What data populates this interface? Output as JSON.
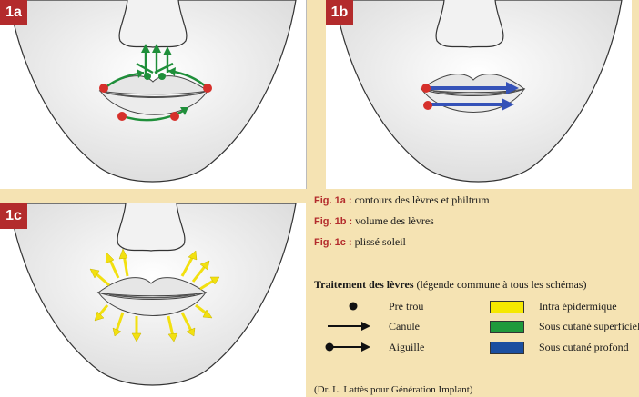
{
  "panels": [
    {
      "badge": "1a"
    },
    {
      "badge": "1b"
    },
    {
      "badge": "1c"
    }
  ],
  "captions": [
    {
      "fig": "Fig. 1a :",
      "text": " contours des lèvres et philtrum"
    },
    {
      "fig": "Fig. 1b :",
      "text": " volume des lèvres"
    },
    {
      "fig": "Fig. 1c :",
      "text": " plissé soleil"
    }
  ],
  "legend": {
    "title_bold": "Traitement des lèvres",
    "title_rest": " (légende commune à tous les schémas)",
    "symbols": [
      {
        "label": "Pré trou",
        "icon": "dot-icon"
      },
      {
        "label": "Canule",
        "icon": "arrow-icon"
      },
      {
        "label": "Aiguille",
        "icon": "dot-arrow-icon"
      }
    ],
    "colors": [
      {
        "label": "Intra épidermique",
        "color": "#f5e800"
      },
      {
        "label": "Sous cutané superficiel",
        "color": "#1f9a3c"
      },
      {
        "label": "Sous cutané profond",
        "color": "#1b4fa0"
      }
    ]
  },
  "colors": {
    "badge": "#b32b2c",
    "green": "#1f8f3a",
    "blue": "#3552b8",
    "yellow": "#f2e010",
    "red_dot": "#d6302b",
    "background": "#f5e3b3"
  },
  "credit": "(Dr. L. Lattès pour Génération Implant)"
}
